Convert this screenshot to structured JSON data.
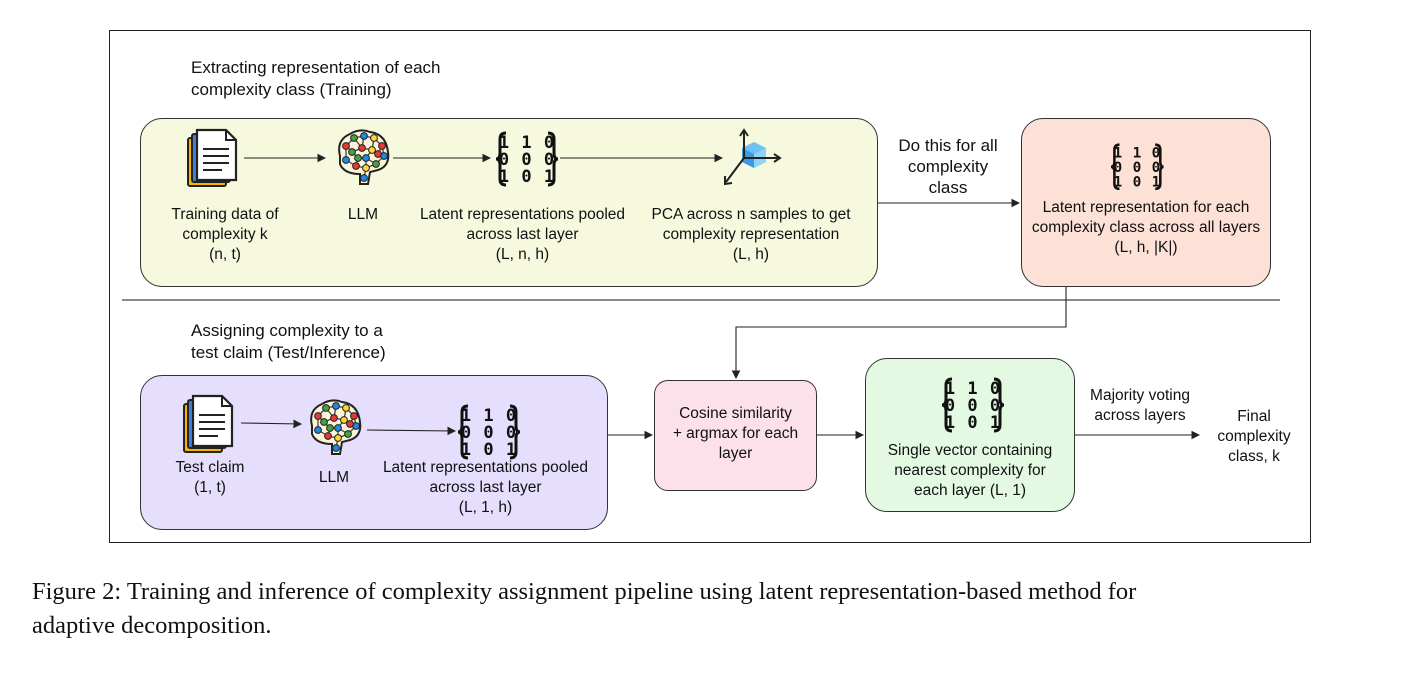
{
  "diagram": {
    "training_section": {
      "title_lines": [
        "Extracting representation of each",
        "complexity class (Training)"
      ],
      "training_data": [
        "Training data of",
        "complexity k",
        "(n, t)"
      ],
      "llm": "LLM",
      "latent": [
        "Latent representations pooled",
        "across last layer",
        "(L, n, h)"
      ],
      "pca": [
        "PCA across n samples to get",
        "complexity representation",
        "(L, h)"
      ],
      "repeat_note": [
        "Do this for all",
        "complexity",
        "class"
      ],
      "class_repr": [
        "Latent representation for each",
        "complexity class across all layers",
        "(L, h, |K|)"
      ]
    },
    "inference_section": {
      "title_lines": [
        "Assigning complexity to a",
        "test claim (Test/Inference)"
      ],
      "test_claim": [
        "Test claim",
        "(1, t)"
      ],
      "llm": "LLM",
      "latent": [
        "Latent representations pooled",
        "across last layer",
        "(L, 1, h)"
      ],
      "cosine": [
        "Cosine similarity",
        "+ argmax for each",
        "layer"
      ],
      "single_vector": [
        "Single vector containing",
        "nearest complexity for",
        "each layer (L, 1)"
      ],
      "voting": [
        "Majority voting",
        "across layers"
      ],
      "final": [
        "Final",
        "complexity",
        "class, k"
      ]
    },
    "matrix_rows": [
      "110",
      "000",
      "101"
    ],
    "colors": {
      "training_box": "#f7f9df",
      "class_repr_box": "#fde1d6",
      "inference_box": "#e6defd",
      "cosine_box": "#fce1ea",
      "single_vector_box": "#e3f9e2"
    }
  },
  "caption": [
    "Figure 2: Training and inference of complexity assignment pipeline using latent representation-based method for",
    "adaptive decomposition."
  ]
}
